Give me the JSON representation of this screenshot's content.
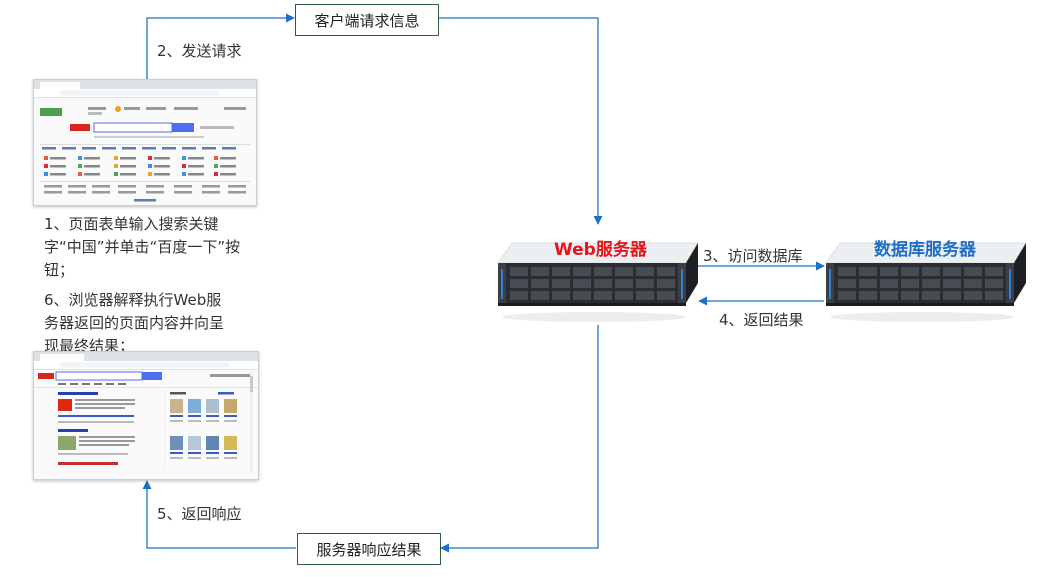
{
  "nodes": {
    "client_request": "客户端请求信息",
    "server_response": "服务器响应结果",
    "web_server": "Web服务器",
    "db_server": "数据库服务器"
  },
  "labels": {
    "step2": "2、发送请求",
    "step1": [
      "1、页面表单输入搜索关键",
      "字“中国”并单击“百度一下”按",
      "钮；"
    ],
    "step6": [
      "6、浏览器解释执行Web服",
      "务器返回的页面内容并向呈",
      "现最终结果；"
    ],
    "step3": "3、访问数据库",
    "step4": "4、返回结果",
    "step5": "5、返回响应"
  },
  "colors": {
    "arrow": "#1f6fc5",
    "web_server_label": "#e8141c",
    "db_server_label": "#1f6fc5",
    "box_border": "#2e5e3a"
  }
}
